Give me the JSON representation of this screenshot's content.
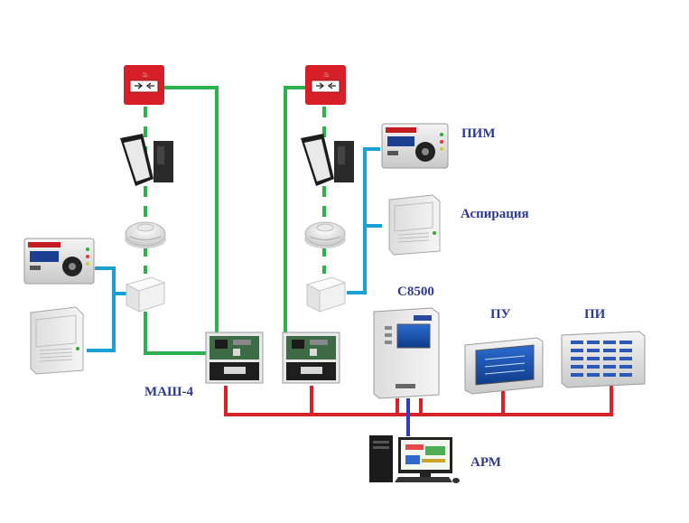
{
  "labels": {
    "pim": "ПИМ",
    "aspiration": "Аспирация",
    "c8500": "C8500",
    "pu": "ПУ",
    "pi": "ПИ",
    "mash4": "МАШ-4",
    "arm": "АРМ"
  },
  "colors": {
    "loop": "#2bb24c",
    "branch": "#1aa0d4",
    "bus": "#d6232a",
    "link": "#2e3cc4",
    "label": "#2f3b8f"
  },
  "icons": [
    "manual-call-point-icon",
    "beam-detector-icon",
    "smoke-detector-icon",
    "interface-module-icon",
    "pim-display-icon",
    "aspiration-unit-icon",
    "mash4-board-icon",
    "c8500-cabinet-icon",
    "pu-panel-icon",
    "pi-panel-icon",
    "arm-workstation-icon"
  ]
}
